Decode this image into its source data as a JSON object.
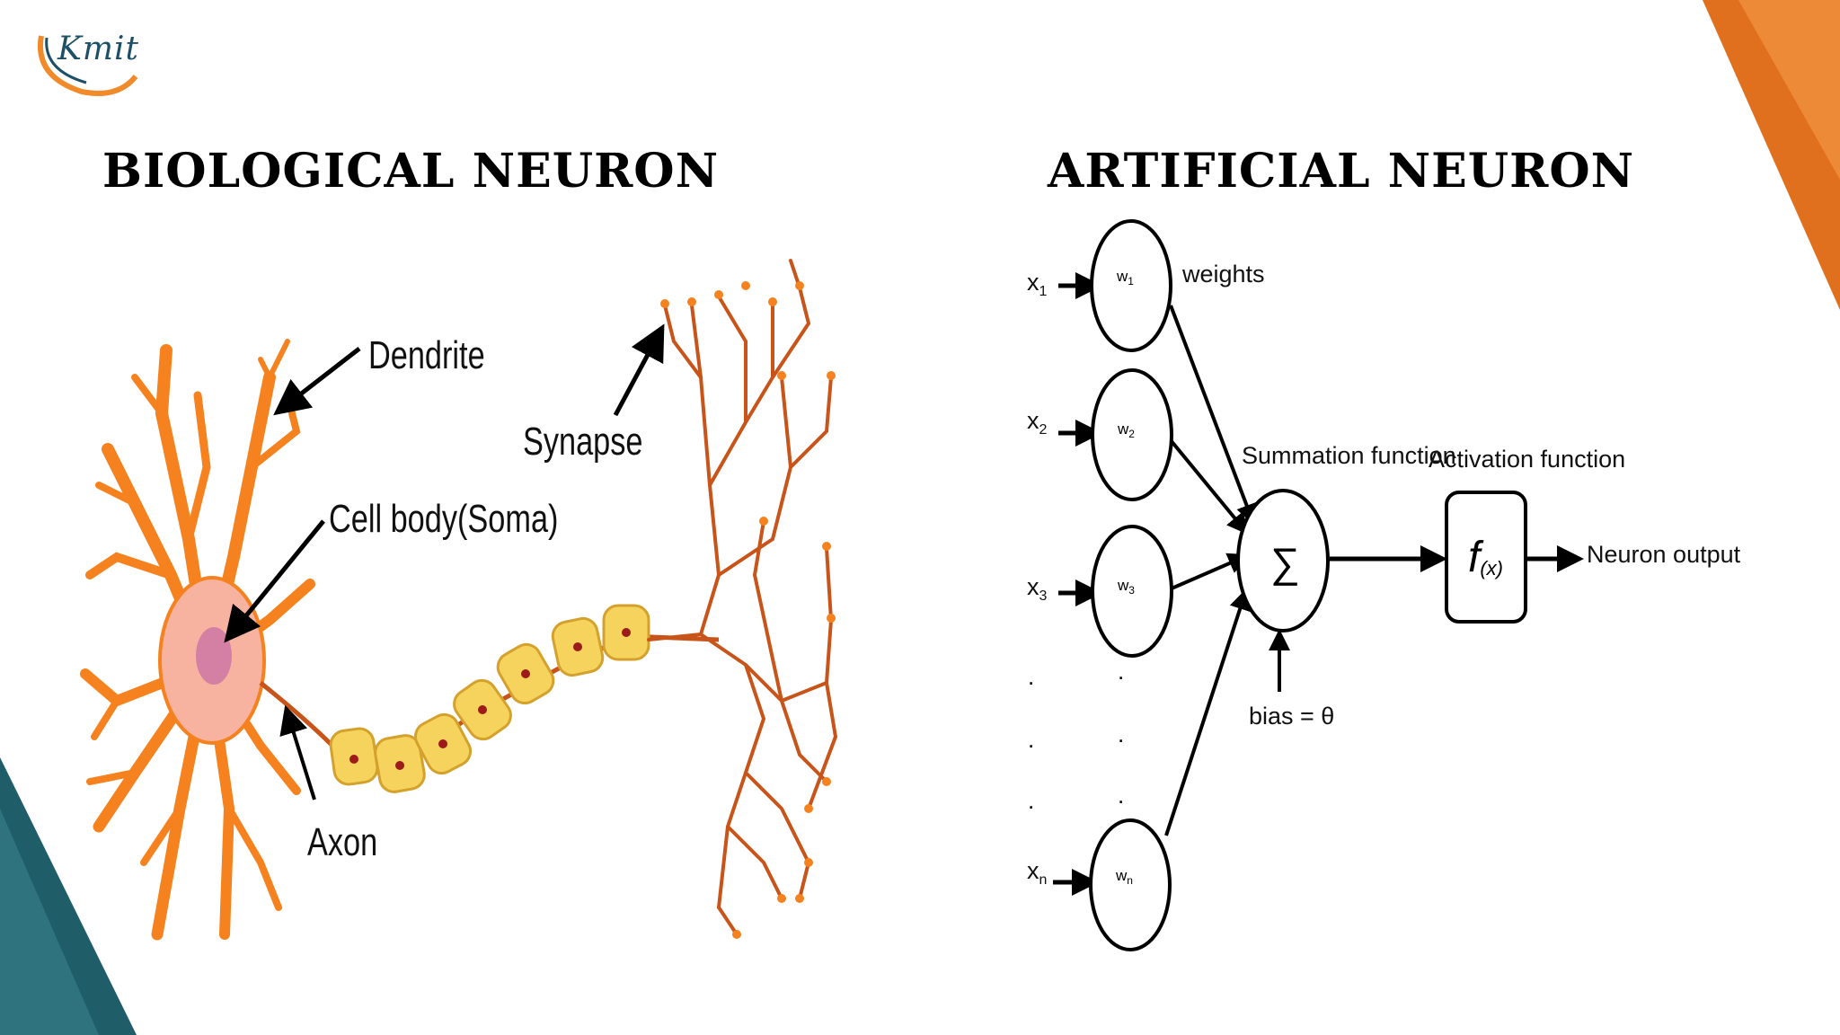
{
  "logo": {
    "text": "Kmit"
  },
  "titles": {
    "biological": "BIOLOGICAL NEURON",
    "artificial": "ARTIFICIAL NEURON"
  },
  "biological": {
    "labels": {
      "dendrite": "Dendrite",
      "cell_body": "Cell body(Soma)",
      "axon": "Axon",
      "synapse": "Synapse"
    },
    "colors": {
      "neuron": "#f5821f",
      "soma": "#f7b3a0",
      "myelin": "#f6d35c",
      "nucleus": "#b01f1f"
    }
  },
  "artificial": {
    "inputs": [
      {
        "name": "x",
        "sub": "1"
      },
      {
        "name": "x",
        "sub": "2"
      },
      {
        "name": "x",
        "sub": "3"
      },
      {
        "name": "x",
        "sub": "n"
      }
    ],
    "weights": [
      {
        "name": "w",
        "sub": "1"
      },
      {
        "name": "w",
        "sub": "2"
      },
      {
        "name": "w",
        "sub": "3"
      },
      {
        "name": "w",
        "sub": "n"
      }
    ],
    "labels": {
      "weights": "weights",
      "summation": "Summation function",
      "activation": "Activation function",
      "bias": "bias = θ",
      "output": "Neuron output",
      "sigma": "∑",
      "func": "f",
      "func_arg": "(x)",
      "dot": "."
    }
  },
  "decor": {
    "orange": "#e0701e",
    "teal": "#1f5e69"
  }
}
